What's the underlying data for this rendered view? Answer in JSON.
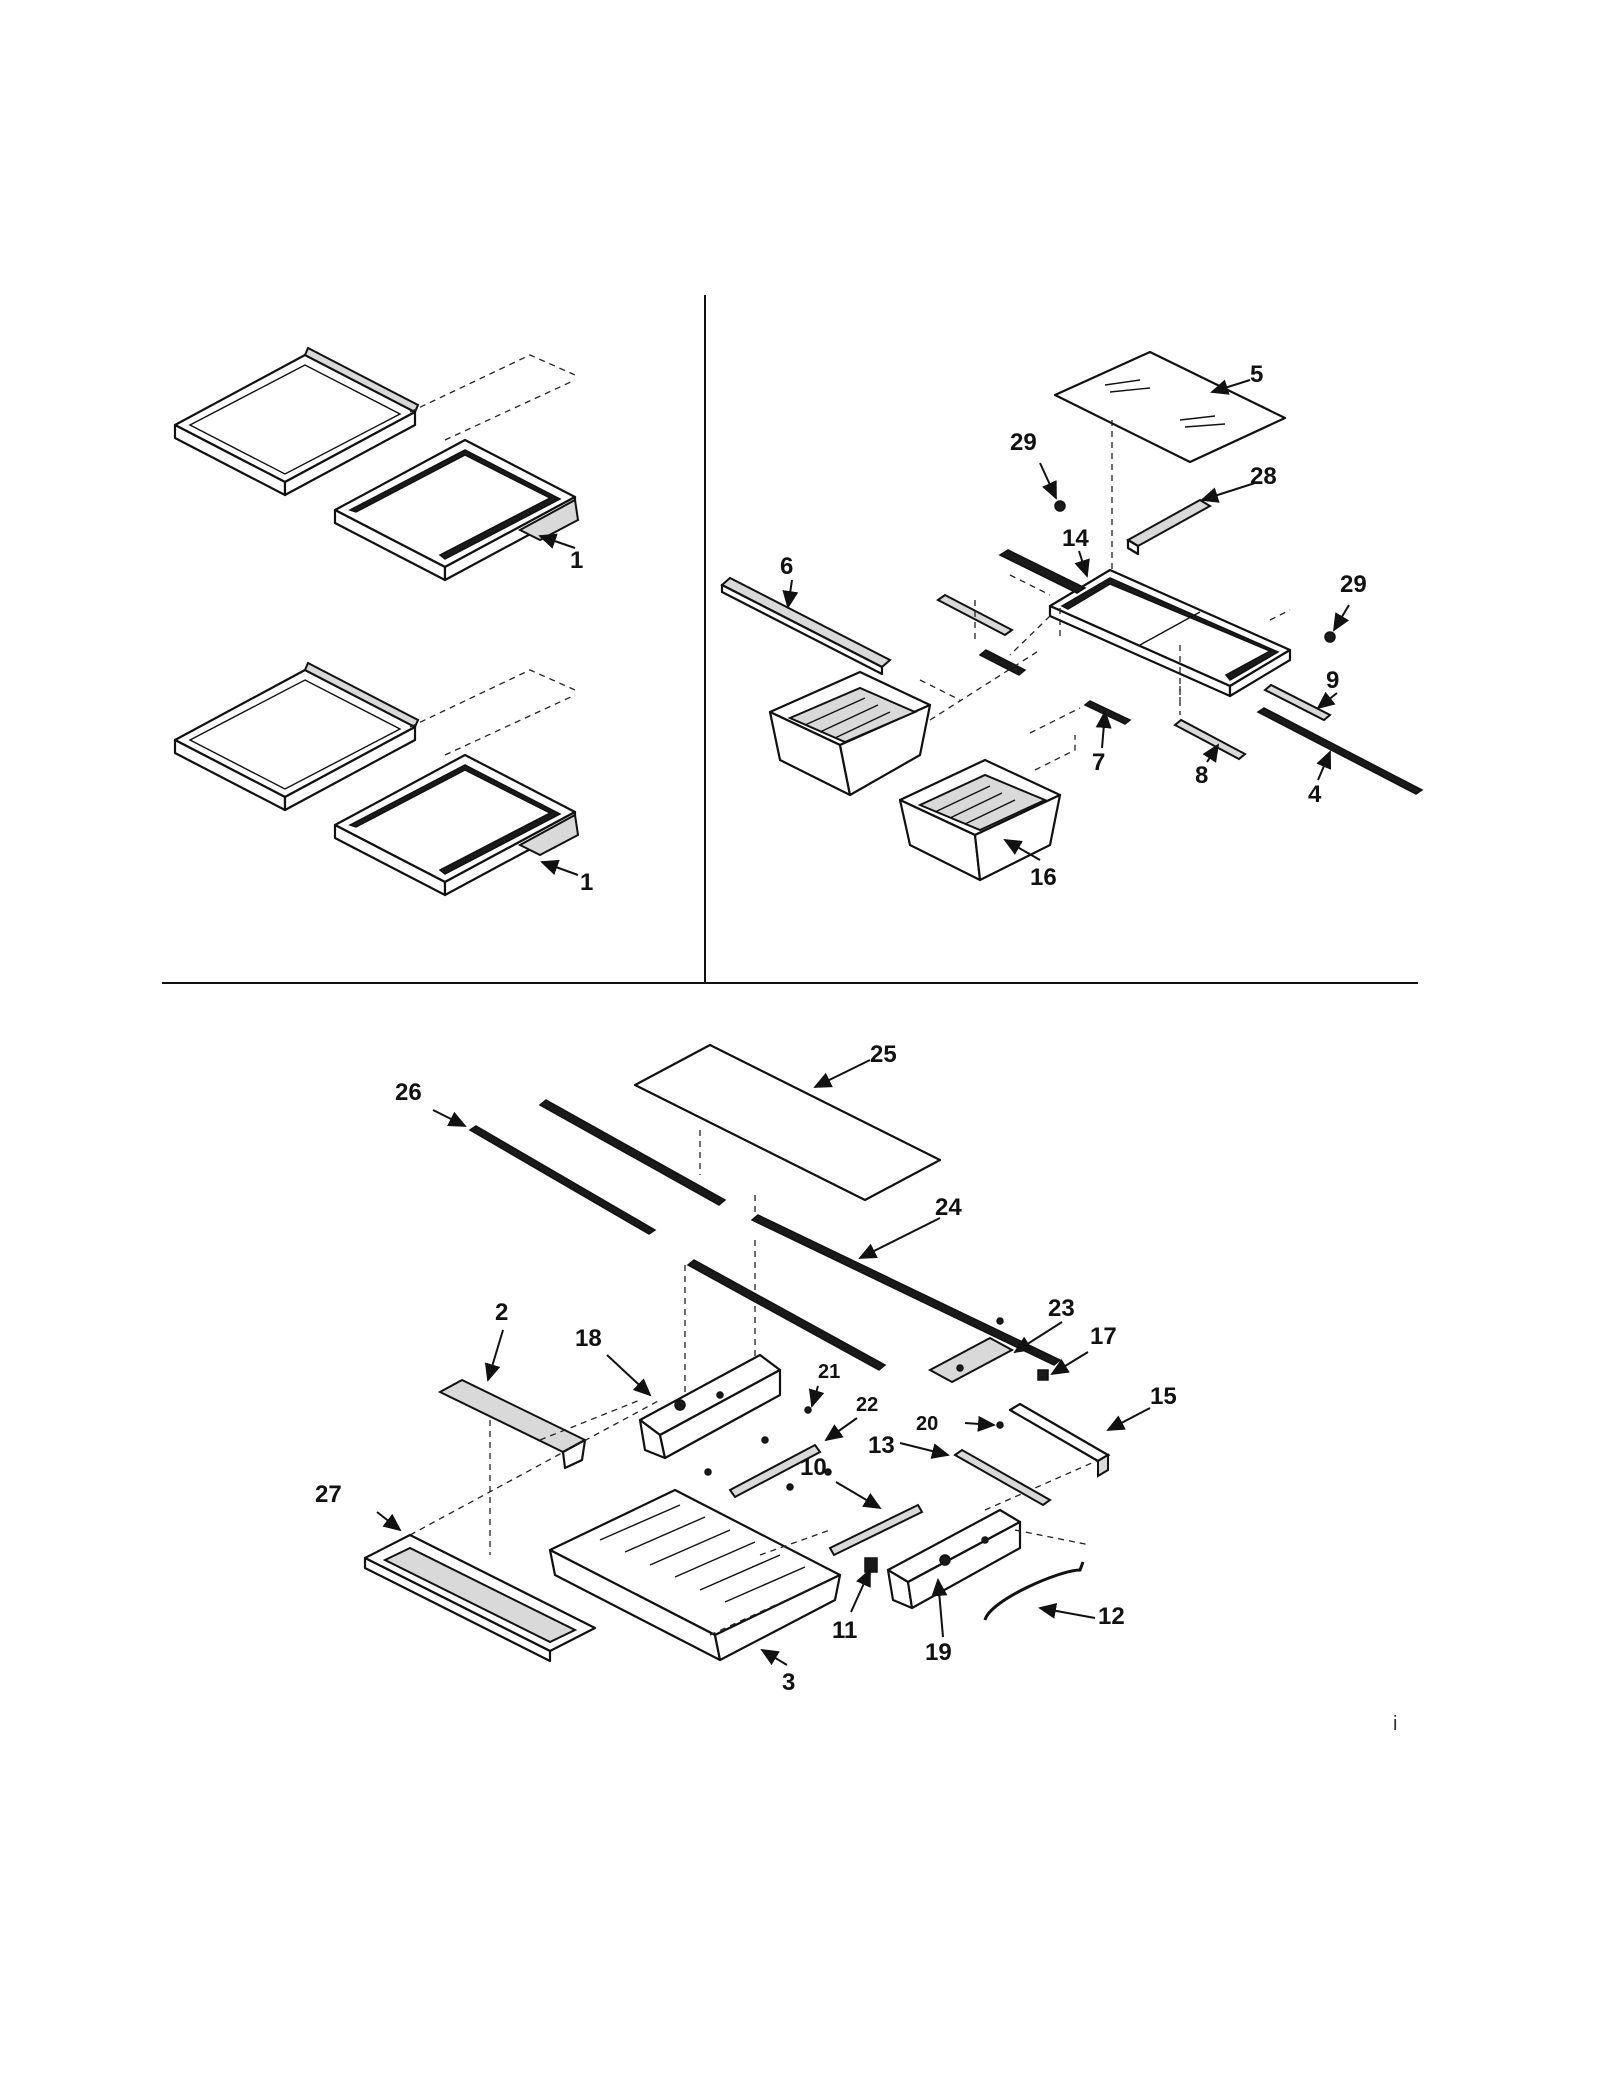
{
  "diagram": {
    "callouts": {
      "c1a": "1",
      "c1b": "1",
      "c2": "2",
      "c3": "3",
      "c4": "4",
      "c5": "5",
      "c6": "6",
      "c7": "7",
      "c8": "8",
      "c9": "9",
      "c10": "10",
      "c11": "11",
      "c12": "12",
      "c13": "13",
      "c14": "14",
      "c15": "15",
      "c16": "16",
      "c17": "17",
      "c18": "18",
      "c19": "19",
      "c20": "20",
      "c21": "21",
      "c22": "22",
      "c23": "23",
      "c24": "24",
      "c25": "25",
      "c26": "26",
      "c27": "27",
      "c28": "28",
      "c29a": "29",
      "c29b": "29"
    },
    "stray_mark": "i"
  }
}
